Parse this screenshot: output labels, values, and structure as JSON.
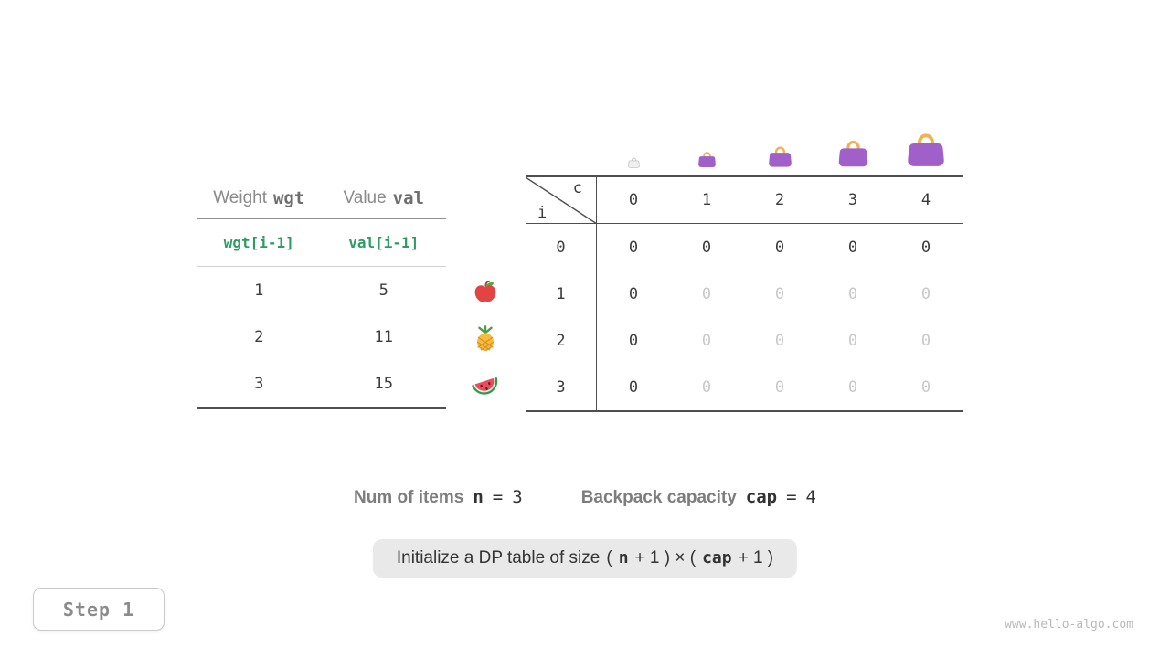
{
  "meta": {
    "step_label": "Step 1",
    "watermark": "www.hello-algo.com"
  },
  "colors": {
    "purple": "#a05fc9",
    "gold": "#f0b14e",
    "bag_gray": "#c3c3c3",
    "green": "#2d9c62"
  },
  "items_table": {
    "headers": [
      {
        "label": "Weight",
        "code": "wgt"
      },
      {
        "label": "Value",
        "code": "val"
      }
    ],
    "code_row": [
      "wgt[i-1]",
      "val[i-1]"
    ],
    "rows": [
      {
        "weight": "1",
        "value": "5",
        "fruit": "apple"
      },
      {
        "weight": "2",
        "value": "11",
        "fruit": "pineapple"
      },
      {
        "weight": "3",
        "value": "15",
        "fruit": "watermelon"
      }
    ]
  },
  "dp_table": {
    "corner_top": "c",
    "corner_bottom": "i",
    "col_headers": [
      "0",
      "1",
      "2",
      "3",
      "4"
    ],
    "bag_sizes": [
      13,
      21,
      27,
      35,
      44
    ],
    "rows": [
      {
        "label": "0",
        "cells": [
          "0",
          "0",
          "0",
          "0",
          "0"
        ],
        "muted": [
          false,
          false,
          false,
          false,
          false
        ]
      },
      {
        "label": "1",
        "cells": [
          "0",
          "0",
          "0",
          "0",
          "0"
        ],
        "muted": [
          false,
          true,
          true,
          true,
          true
        ]
      },
      {
        "label": "2",
        "cells": [
          "0",
          "0",
          "0",
          "0",
          "0"
        ],
        "muted": [
          false,
          true,
          true,
          true,
          true
        ]
      },
      {
        "label": "3",
        "cells": [
          "0",
          "0",
          "0",
          "0",
          "0"
        ],
        "muted": [
          false,
          true,
          true,
          true,
          true
        ]
      }
    ]
  },
  "legend": {
    "items_label": "Num of items",
    "items_var": "n",
    "items_eq": "=",
    "items_val": "3",
    "cap_label": "Backpack capacity",
    "cap_var": "cap",
    "cap_eq": "=",
    "cap_val": "4"
  },
  "caption": {
    "pre": "Initialize a DP table of size",
    "open": "(",
    "var1": "n",
    "mid": "+ 1 ) × (",
    "var2": "cap",
    "end": "+ 1 )"
  }
}
